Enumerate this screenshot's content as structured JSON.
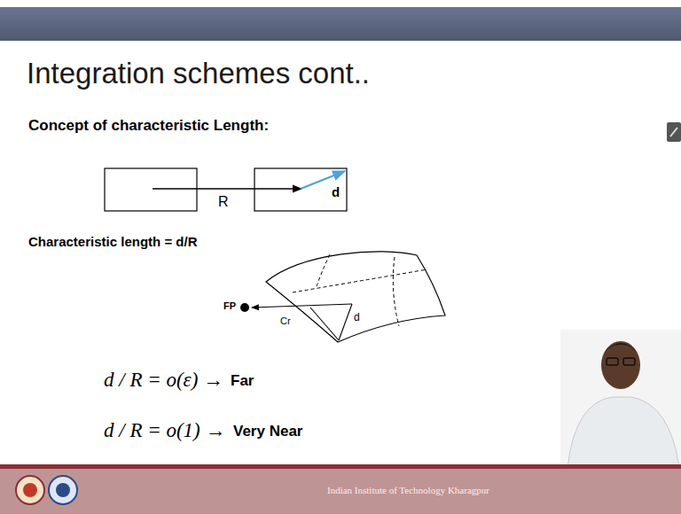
{
  "diagram": {
    "title": "Integration schemes cont..",
    "labels": [
      "Concept of characteristic Length:",
      "R",
      "d",
      "Characteristic length = d/R",
      "FP",
      "Cr",
      "d",
      "d / R = o(ε) →",
      "Far",
      "d / R = o(1) →",
      "Very Near",
      "Indian Institute of Technology Kharagpur"
    ]
  }
}
